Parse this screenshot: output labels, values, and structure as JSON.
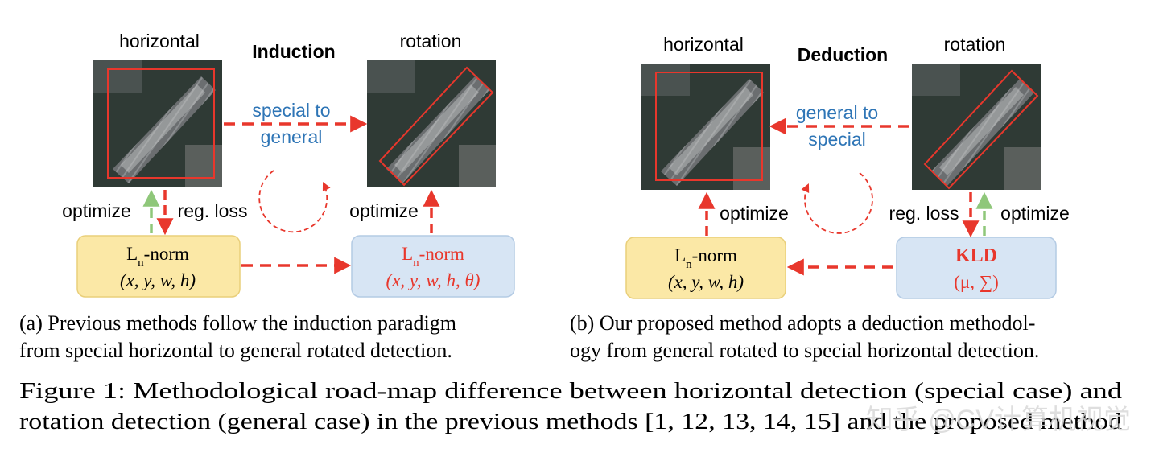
{
  "panel_a": {
    "label_horizontal": "horizontal",
    "label_rotation": "rotation",
    "title": "Induction",
    "flow_text_line1": "special to",
    "flow_text_line2": "general",
    "left_optimize": "optimize",
    "left_loss": "reg. loss",
    "right_optimize": "optimize",
    "box_left_title": "L",
    "box_left_sub": "n",
    "box_left_suffix": "-norm",
    "box_left_params": "(x, y, w, h)",
    "box_right_title": "L",
    "box_right_sub": "n",
    "box_right_suffix": "-norm",
    "box_right_params": "(x, y, w, h, θ)",
    "caption_line1": "(a) Previous methods follow the induction paradigm",
    "caption_line2": "from special horizontal to general rotated detection."
  },
  "panel_b": {
    "label_horizontal": "horizontal",
    "label_rotation": "rotation",
    "title": "Deduction",
    "flow_text_line1": "general to",
    "flow_text_line2": "special",
    "left_optimize": "optimize",
    "right_loss": "reg. loss",
    "right_optimize": "optimize",
    "box_left_title": "L",
    "box_left_sub": "n",
    "box_left_suffix": "-norm",
    "box_left_params": "(x, y, w, h)",
    "box_right_title": "KLD",
    "box_right_params": "(μ, ∑)",
    "caption_line1": "(b) Our proposed method adopts a deduction methodol-",
    "caption_line2": "ogy from general rotated to special horizontal detection."
  },
  "figure_caption": {
    "line1": "Figure 1: Methodological road-map difference between horizontal detection (special case) and",
    "line2": "rotation detection (general case) in the previous methods [1, 12, 13, 14, 15] and the proposed method"
  },
  "watermark": "知乎 @CV计算机视觉",
  "colors": {
    "red": "#e8372c",
    "blue": "#2e75b6",
    "green": "#8fc77a",
    "yellow_fill": "#fbe8a6",
    "blue_fill": "#d7e5f4"
  }
}
